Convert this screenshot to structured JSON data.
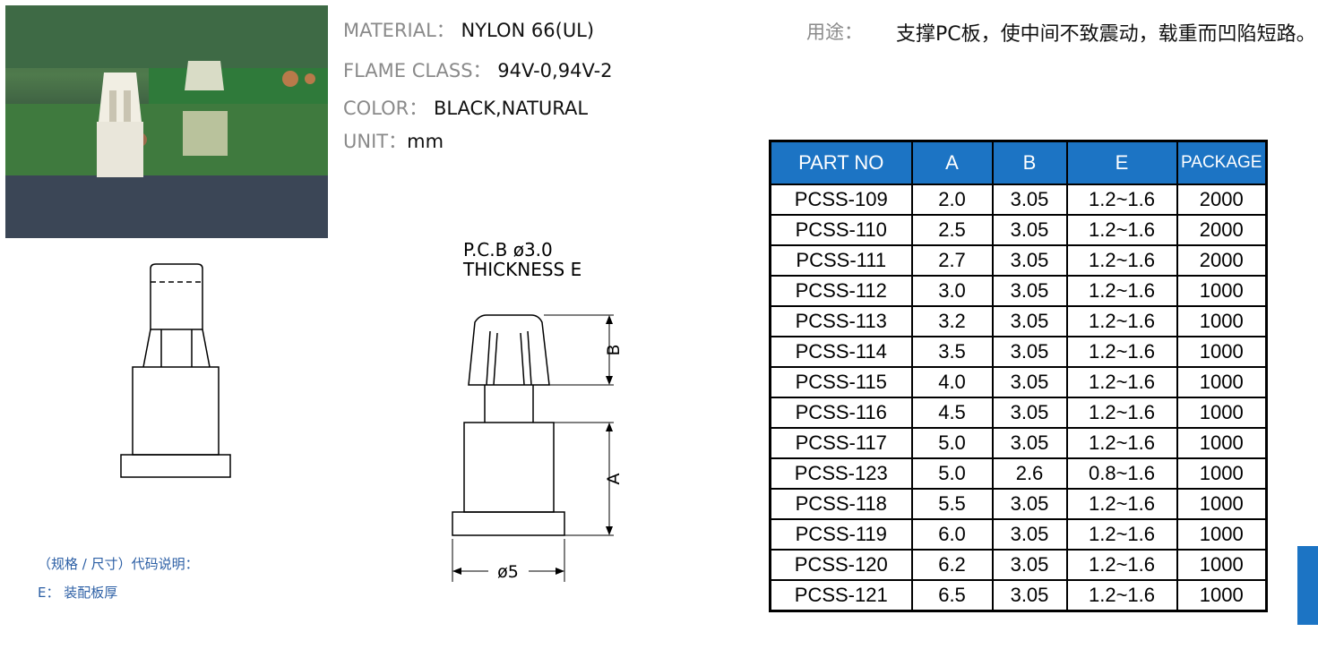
{
  "specs": [
    {
      "label": "MATERIAL：",
      "value": "NYLON 66(UL)"
    },
    {
      "label": "FLAME CLASS：",
      "value": "94V-0,94V-2"
    },
    {
      "label": "COLOR：",
      "value": "BLACK,NATURAL"
    },
    {
      "label": "UNIT：",
      "value": "mm"
    }
  ],
  "usage": {
    "label": "用途：",
    "text": "支撑PC板，使中间不致震动，载重而凹陷短路。"
  },
  "notes": {
    "line1": "（规格 / 尺寸）代码说明：",
    "line2": "E：  装配板厚"
  },
  "drawing": {
    "pcb_line1": "P.C.B  ø3.0",
    "pcb_line2": "THICKNESS  E",
    "dim_b": "B",
    "dim_a": "A",
    "dim_d": "ø5"
  },
  "table": {
    "headers": [
      "PART NO",
      "A",
      "B",
      "E",
      "PACKAGE"
    ],
    "rows": [
      [
        "PCSS-109",
        "2.0",
        "3.05",
        "1.2~1.6",
        "2000"
      ],
      [
        "PCSS-110",
        "2.5",
        "3.05",
        "1.2~1.6",
        "2000"
      ],
      [
        "PCSS-111",
        "2.7",
        "3.05",
        "1.2~1.6",
        "2000"
      ],
      [
        "PCSS-112",
        "3.0",
        "3.05",
        "1.2~1.6",
        "1000"
      ],
      [
        "PCSS-113",
        "3.2",
        "3.05",
        "1.2~1.6",
        "1000"
      ],
      [
        "PCSS-114",
        "3.5",
        "3.05",
        "1.2~1.6",
        "1000"
      ],
      [
        "PCSS-115",
        "4.0",
        "3.05",
        "1.2~1.6",
        "1000"
      ],
      [
        "PCSS-116",
        "4.5",
        "3.05",
        "1.2~1.6",
        "1000"
      ],
      [
        "PCSS-117",
        "5.0",
        "3.05",
        "1.2~1.6",
        "1000"
      ],
      [
        "PCSS-123",
        "5.0",
        "2.6",
        "0.8~1.6",
        "1000"
      ],
      [
        "PCSS-118",
        "5.5",
        "3.05",
        "1.2~1.6",
        "1000"
      ],
      [
        "PCSS-119",
        "6.0",
        "3.05",
        "1.2~1.6",
        "1000"
      ],
      [
        "PCSS-120",
        "6.2",
        "3.05",
        "1.2~1.6",
        "1000"
      ],
      [
        "PCSS-121",
        "6.5",
        "3.05",
        "1.2~1.6",
        "1000"
      ]
    ]
  },
  "colors": {
    "header_blue": "#1c74c4",
    "label_gray": "#8a8a8a",
    "note_blue": "#2c5fa5"
  }
}
